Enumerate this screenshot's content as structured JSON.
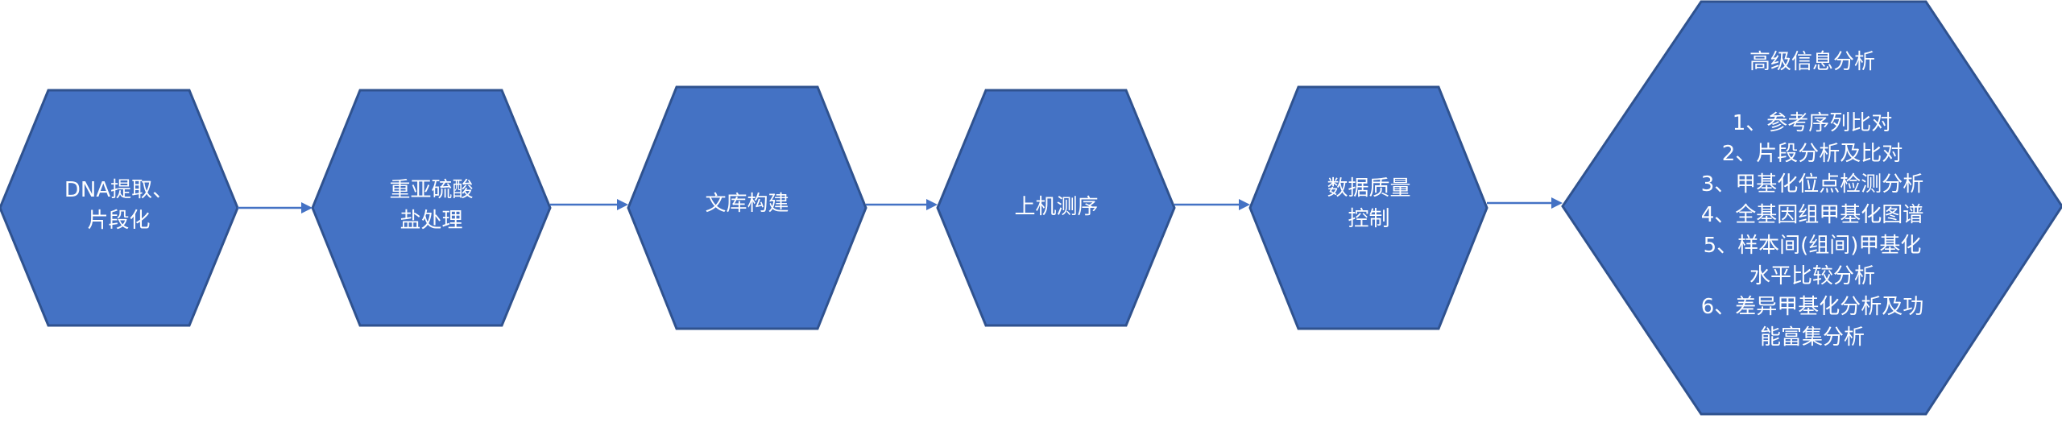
{
  "steps": [
    {
      "lines": [
        "DNA提取、",
        "片段化"
      ]
    },
    {
      "lines": [
        "重亚硫酸",
        "盐处理"
      ]
    },
    {
      "lines": [
        "文库构建"
      ]
    },
    {
      "lines": [
        "上机测序"
      ]
    },
    {
      "lines": [
        "数据质量",
        "控制"
      ]
    }
  ],
  "final_step": {
    "title": "高级信息分析",
    "items": [
      "1、参考序列比对",
      "2、片段分析及比对",
      "3、甲基化位点检测分析",
      "4、全基因组甲基化图谱",
      "5、样本间(组间)甲基化",
      "水平比较分析",
      "6、差异甲基化分析及功",
      "能富集分析"
    ]
  },
  "colors": {
    "hex_fill": "#4472c4",
    "hex_border": "#2f528f",
    "connector": "#4472c4",
    "text": "#ffffff"
  }
}
